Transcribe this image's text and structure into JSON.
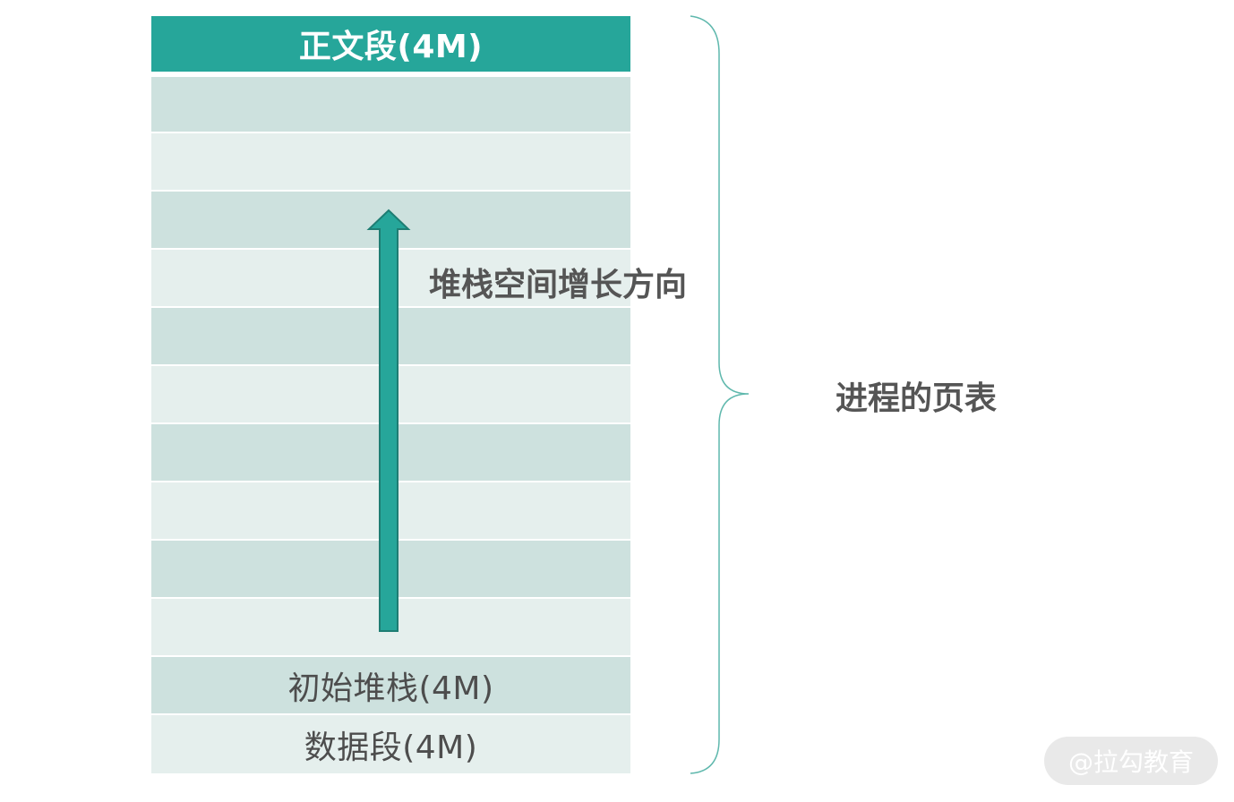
{
  "segments": {
    "text_segment": "正文段(4M)",
    "initial_stack": "初始堆栈(4M)",
    "data_segment": "数据段(4M)"
  },
  "empty_rows": 10,
  "labels": {
    "stack_growth": "堆栈空间增长方向",
    "process_page_table": "进程的页表"
  },
  "watermark": "@拉勾教育",
  "colors": {
    "header": "#26a69a",
    "row_dark": "#cde1de",
    "row_light": "#e5efed",
    "arrow_fill": "#26a69a",
    "arrow_stroke": "#1e7d73",
    "brace": "#5fb8ad",
    "text": "#555555"
  }
}
